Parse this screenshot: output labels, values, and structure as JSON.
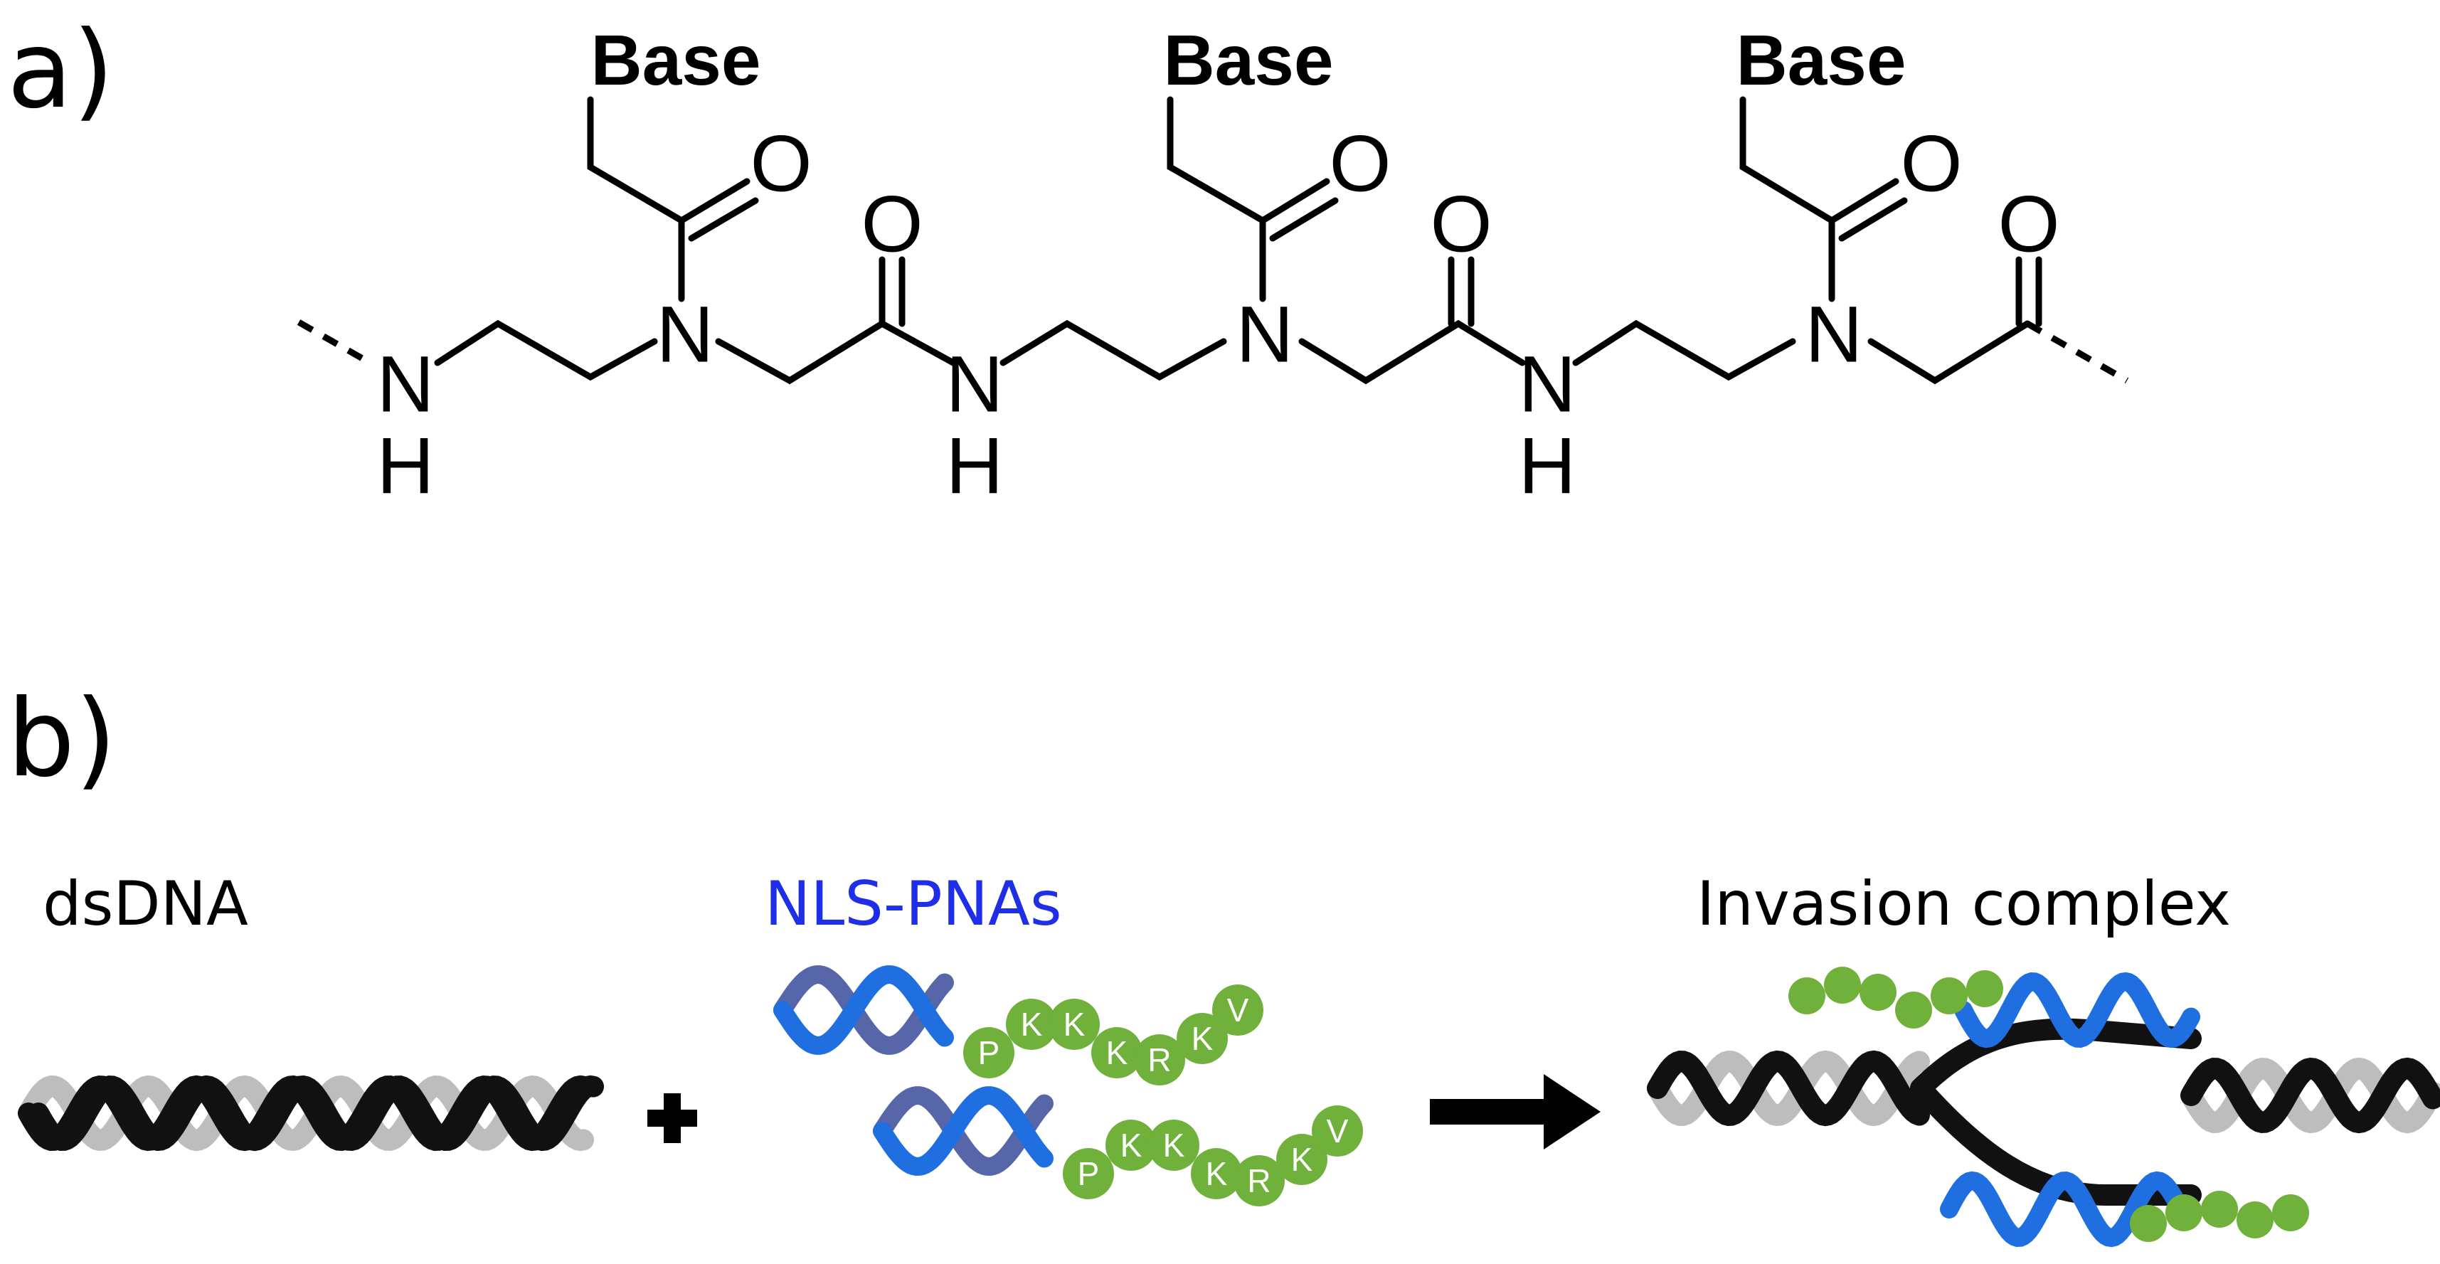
{
  "panel_a": {
    "label": "a)",
    "base_labels": [
      "Base",
      "Base",
      "Base"
    ],
    "atoms": {
      "N": "N",
      "H": "H",
      "O": "O"
    }
  },
  "panel_b": {
    "label": "b)",
    "dsdna_label": "dsDNA",
    "pna_label": "NLS-PNAs",
    "complex_label": "Invasion complex",
    "plus_symbol": "+",
    "nls_sequence": [
      "P",
      "K",
      "K",
      "K",
      "R",
      "K",
      "V"
    ]
  },
  "colors": {
    "pna_text": "#1f2fe8",
    "pna_strand": "#1f6fe0",
    "peptide_green": "#6fb13a",
    "dna_dark": "#111111",
    "dna_light": "#bdbdbd"
  }
}
